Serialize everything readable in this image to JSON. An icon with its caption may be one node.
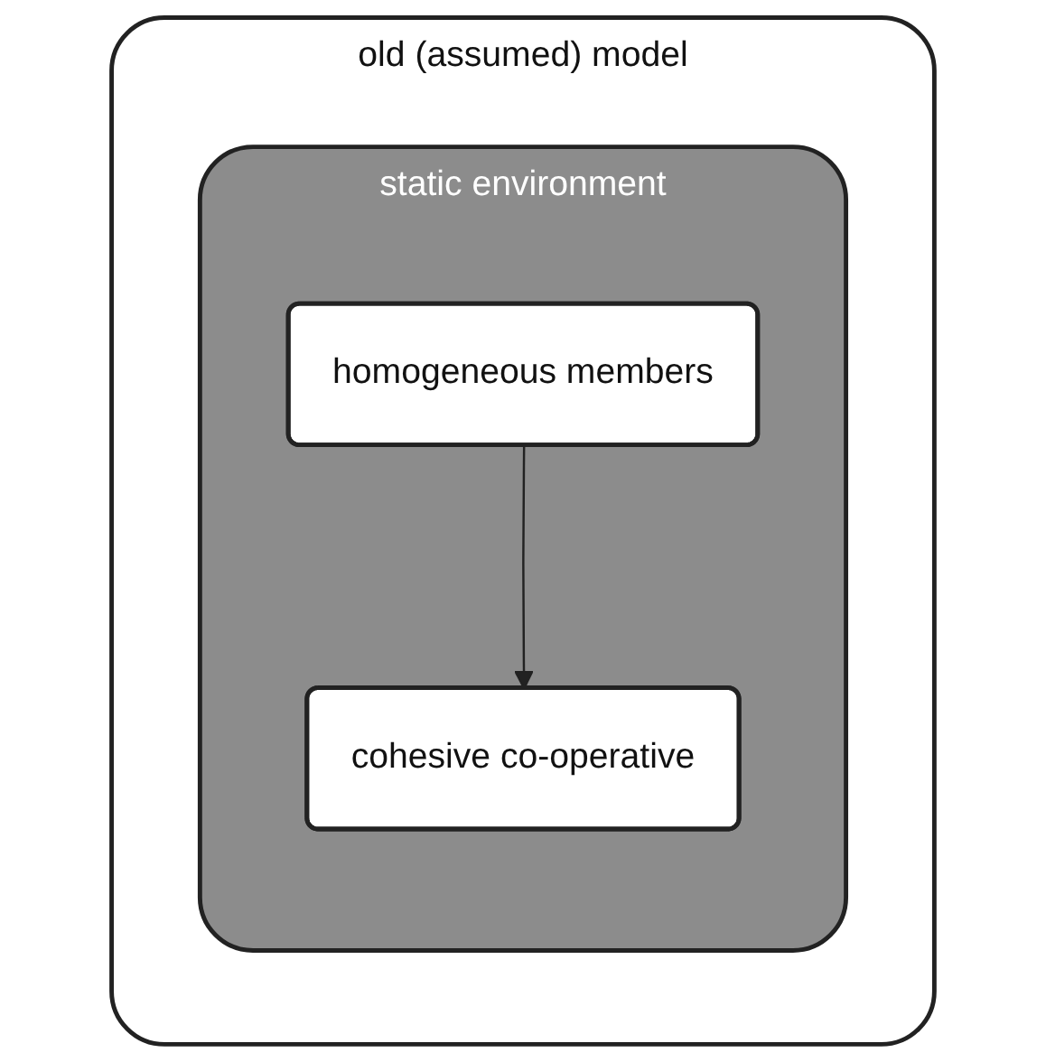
{
  "diagram": {
    "nodes": [
      {
        "text": [
          "old (assumed) model"
        ]
      },
      {
        "text": [
          "static environment"
        ],
        "in": 0
      },
      {
        "text": [
          "homogeneous members"
        ],
        "in": 1
      },
      {
        "text": [
          "cohesive co-operative"
        ],
        "in": 1
      }
    ],
    "edges": [
      {
        "from": 2,
        "to": 3,
        "arrow": "to"
      }
    ]
  }
}
